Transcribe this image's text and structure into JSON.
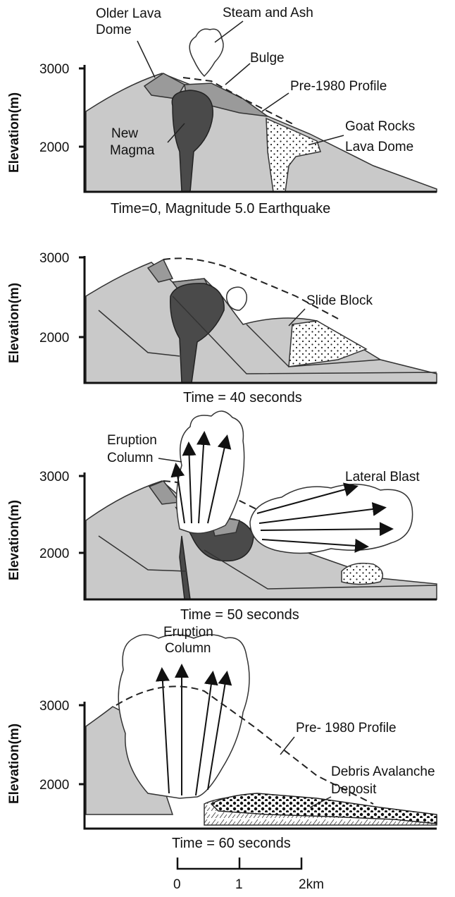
{
  "y_axis": {
    "label": "Elevation(m)",
    "tick_3000": "3000",
    "tick_2000": "2000"
  },
  "panels": [
    {
      "caption": "Time=0,   Magnitude  5.0 Earthquake",
      "labels": {
        "older_lava_dome_1": "Older Lava",
        "older_lava_dome_2": "Dome",
        "steam_and_ash": "Steam and Ash",
        "bulge": "Bulge",
        "pre1980": "Pre-1980 Profile",
        "new_magma_1": "New",
        "new_magma_2": "Magma",
        "goat_rocks_1": "Goat Rocks",
        "goat_rocks_2": "Lava Dome"
      }
    },
    {
      "caption": "Time = 40 seconds",
      "labels": {
        "slide_block": "Slide Block"
      }
    },
    {
      "caption": "Time  =  50 seconds",
      "labels": {
        "eruption_column_1": "Eruption",
        "eruption_column_2": "Column",
        "lateral_blast": "Lateral Blast"
      }
    },
    {
      "caption": "Time = 60 seconds",
      "labels": {
        "eruption_column_1": "Eruption",
        "eruption_column_2": "Column",
        "pre1980": "Pre- 1980 Profile",
        "debris_1": "Debris Avalanche",
        "debris_2": "Deposit"
      }
    }
  ],
  "scale_bar": {
    "tick_0": "0",
    "tick_1": "1",
    "tick_2": "2km"
  },
  "colors": {
    "ground": "#c9c9c9",
    "magma": "#4a4a4a",
    "dome": "#9a9a9a"
  }
}
